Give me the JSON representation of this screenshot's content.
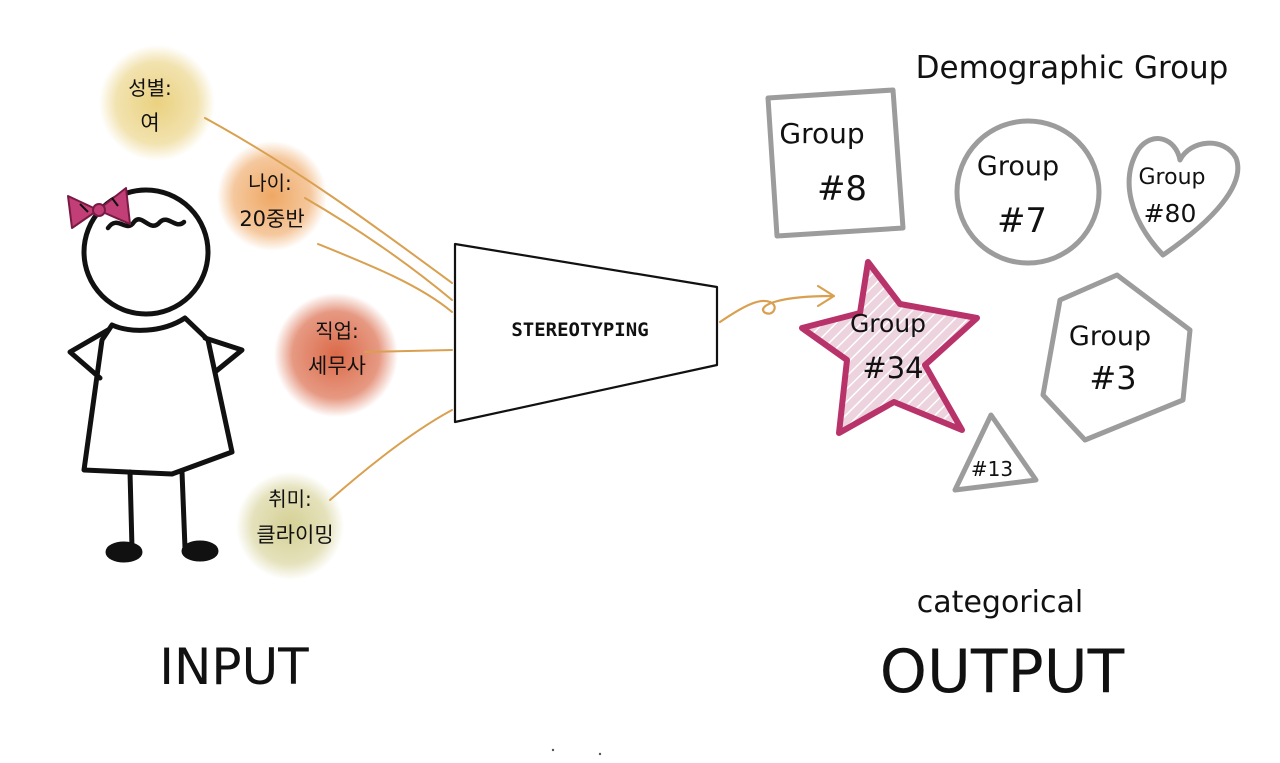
{
  "attributes": [
    {
      "label": "성별:",
      "value": "여",
      "color": "#e9cf79"
    },
    {
      "label": "나이:",
      "value": "20중반",
      "color": "#eea35c"
    },
    {
      "label": "직업:",
      "value": "세무사",
      "color": "#d9623f"
    },
    {
      "label": "취미:",
      "value": "클라이밍",
      "color": "#d3ce8f"
    }
  ],
  "funnel": {
    "label": "STEREOTYPING"
  },
  "output": {
    "heading": "Demographic Group",
    "groups": [
      {
        "line1": "Group",
        "line2": "#8",
        "shape": "square"
      },
      {
        "line1": "Group",
        "line2": "#7",
        "shape": "circle"
      },
      {
        "line1": "Group",
        "line2": "#80",
        "shape": "heart"
      },
      {
        "line1": "Group",
        "line2": "#34",
        "shape": "star"
      },
      {
        "line1": "Group",
        "line2": "#3",
        "shape": "hexagon"
      },
      {
        "line1": "",
        "line2": "#13",
        "shape": "triangle"
      }
    ]
  },
  "labels": {
    "input": "INPUT",
    "output_sub": "categorical",
    "output": "OUTPUT"
  },
  "colors": {
    "highlight": "#b8336a",
    "highlight_fill": "#ecd3dd",
    "shape_stroke": "#9c9c9c",
    "arrow": "#d9a050",
    "bow": "#c13f76"
  }
}
